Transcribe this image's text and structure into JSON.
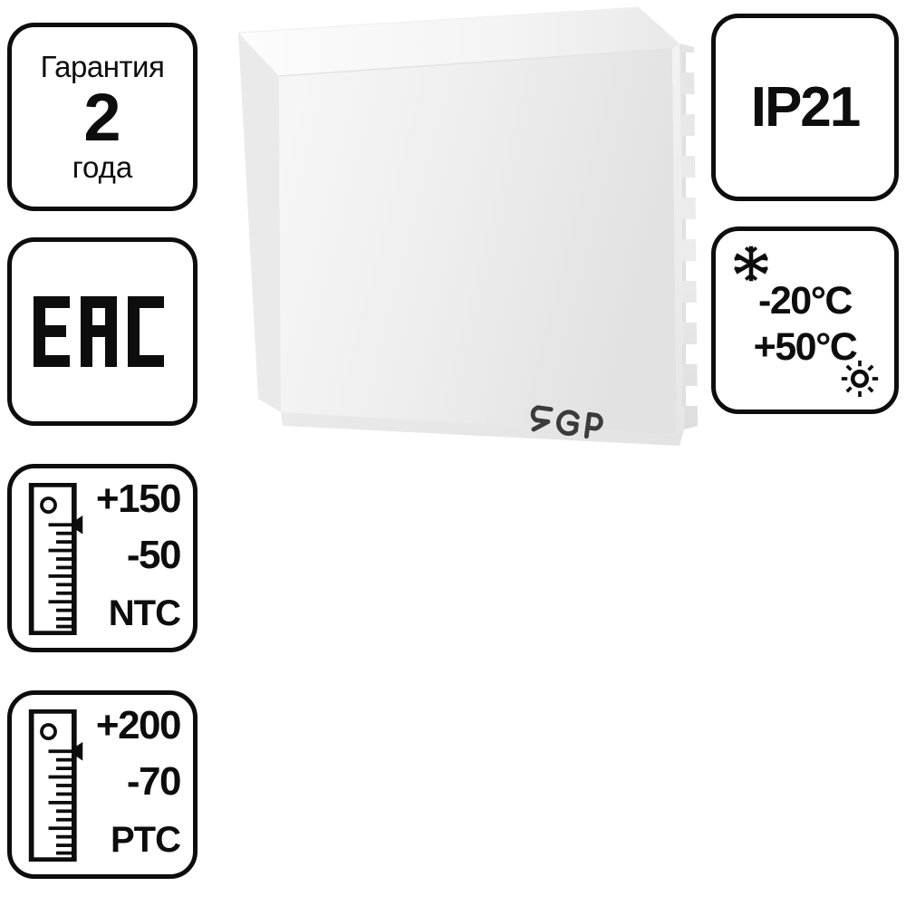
{
  "image": {
    "subject": "RGP white wall-mount temperature sensor enclosure",
    "background_color": "#ffffff",
    "badge_border_color": "#0d0d0d",
    "device_body_color": "#f2f2f2",
    "logo_color": "#3b3b3b"
  },
  "device": {
    "brand_logo": "RGP",
    "logo_icon": "rgp-wordmark",
    "side_vent_slot_count": 9
  },
  "badges": {
    "warranty": {
      "name": "warranty-badge",
      "top_label": "Гарантия",
      "value": "2",
      "bottom_label": "года"
    },
    "eac": {
      "name": "eac-badge",
      "mark": "EAC",
      "icon": "eac-conformity-icon"
    },
    "ntc": {
      "name": "ntc-sensor-badge",
      "icon": "thermometer-icon",
      "high": "+150",
      "low": "-50",
      "type": "NTC"
    },
    "ptc": {
      "name": "ptc-sensor-badge",
      "icon": "thermometer-icon",
      "high": "+200",
      "low": "-70",
      "type": "PTC"
    },
    "ip_rating": {
      "name": "ip-rating-badge",
      "value": "IP21"
    },
    "temperature_range": {
      "name": "operating-temperature-badge",
      "cold_icon": "snowflake-icon",
      "hot_icon": "sun-icon",
      "min": "-20°C",
      "max": "+50°C"
    }
  }
}
